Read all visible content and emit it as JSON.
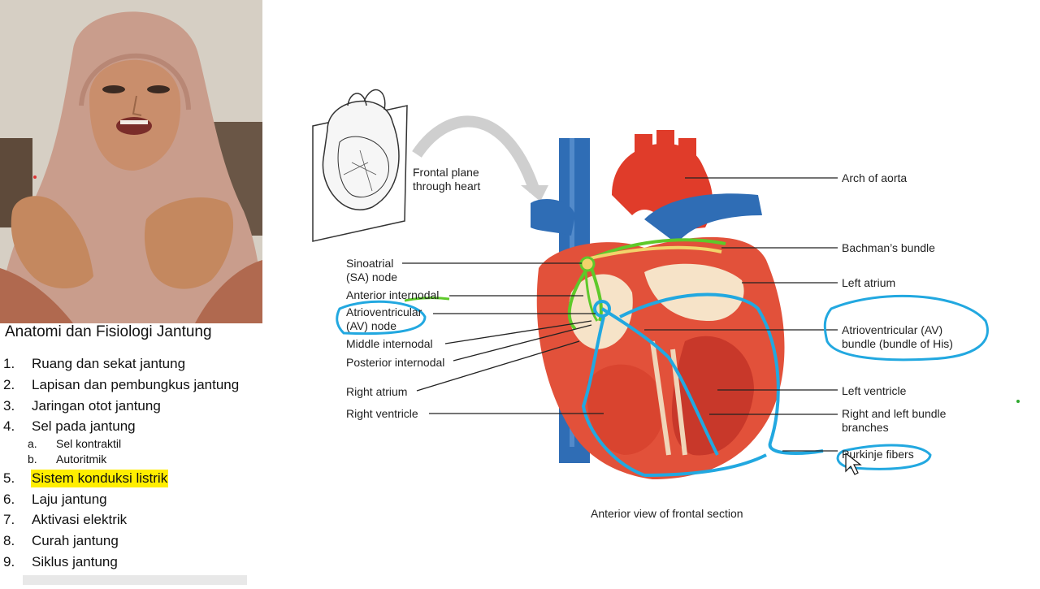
{
  "outline": {
    "title": "Anatomi dan Fisiologi Jantung",
    "items": [
      {
        "num": "1.",
        "text": "Ruang dan sekat jantung"
      },
      {
        "num": "2.",
        "text": "Lapisan dan pembungkus jantung"
      },
      {
        "num": "3.",
        "text": "Jaringan otot jantung"
      },
      {
        "num": "4.",
        "text": "Sel pada jantung"
      },
      {
        "num": "5.",
        "text": "Sistem konduksi listrik"
      },
      {
        "num": "6.",
        "text": "Laju jantung"
      },
      {
        "num": "7.",
        "text": "Aktivasi elektrik"
      },
      {
        "num": "8.",
        "text": "Curah jantung"
      },
      {
        "num": "9.",
        "text": "Siklus jantung"
      }
    ],
    "subitems": [
      {
        "num": "a.",
        "text": "Sel kontraktil"
      },
      {
        "num": "b.",
        "text": "Autoritmik"
      }
    ],
    "highlight_color": "#ffee00"
  },
  "diagram": {
    "inset_label_1": "Frontal plane",
    "inset_label_2": "through heart",
    "caption": "Anterior view of frontal section",
    "left_labels": {
      "sa_1": "Sinoatrial",
      "sa_2": "(SA) node",
      "anterior": "Anterior internodal",
      "av_1": "Atrioventricular",
      "av_2": "(AV) node",
      "middle": "Middle internodal",
      "posterior": "Posterior internodal",
      "right_atrium": "Right atrium",
      "right_ventricle": "Right ventricle"
    },
    "right_labels": {
      "aorta": "Arch of aorta",
      "bachman": "Bachman’s bundle",
      "left_atrium": "Left atrium",
      "his_1": "Atrioventricular (AV)",
      "his_2": "bundle (bundle of His)",
      "left_ventricle": "Left ventricle",
      "bundle_1": "Right and left bundle",
      "bundle_2": "branches",
      "purkinje": "Purkinje fibers"
    },
    "colors": {
      "muscle": "#e2513a",
      "aorta": "#e03c2a",
      "vein": "#2f6db5",
      "annotation_blue": "#22a8e0",
      "annotation_green": "#5ec92a",
      "conduction": "#f2d36b"
    }
  }
}
